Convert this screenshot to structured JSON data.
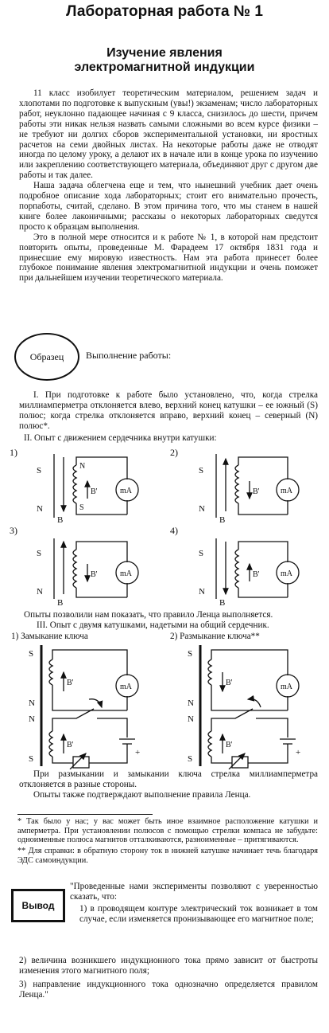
{
  "title": "Лабораторная работа № 1",
  "subtitle": "Изучение явления электромагнитной индукции",
  "intro": [
    "11 класс изобилует теоретическим материалом, решением задач и хлопотами по подготовке к выпускным (увы!) экзаменам; число лабораторных работ, неуклонно падающее начиная с 9 класса, снизилось до шести, причем работы эти никак нельзя назвать самыми сложными во всем курсе физики – не требуют ни долгих сборов экспериментальной установки, ни яростных расчетов на семи двойных листах. На некоторые работы даже не отводят иногда по целому уроку, а делают их в начале или в конце урока по изучению или закреплению соответствующего материала, объединяют друг с другом две работы и так далее.",
    "Наша задача облегчена еще и тем, что нынешний учебник дает очень подробное описание хода лабораторных; стоит его внимательно прочесть, порпаботы, считай, сделано. В этом причина того, что мы станем в нашей книге более лаконичными; рассказы о некоторых лабораторных сведутся просто к образцам выполнения.",
    "Это в полной мере относится и к работе № 1, в которой нам предстоит повторить опыты, проведенные М. Фарадеем 17 октября 1831 года и принесшие ему мировую известность. Нам эта работа принесет более глубокое понимание явления электромагнитной индукции и очень поможет при дальнейшем изучении теоретического материала."
  ],
  "sample_label": "Образец",
  "execution_heading": "Выполнение работы:",
  "step1": "I. При подготовке к работе было установлено, что, когда стрелка миллиамперметра отклоняется влево, верхний конец катушки – ее южный (S) полюс; когда стрелка отклоняется вправо, верхний конец – северный (N) полюс*.",
  "step2_heading": "II. Опыт с движением сердечника внутри катушки:",
  "diagram_nums": [
    "1)",
    "2)",
    "3)",
    "4)"
  ],
  "labels": {
    "S": "S",
    "N": "N",
    "mA": "mA",
    "B": "B",
    "Bp": "B'"
  },
  "conclusion_step2": "Опыты позволили нам показать, что правило Ленца выполняется.",
  "step3_heading": "III. Опыт с двумя катушками, надетыми на общий сердечник.",
  "close_key": "1) Замыкание ключа",
  "open_key": "2) Размыкание ключа**",
  "after_step3": [
    "При размыкании и замыкании ключа стрелка миллиамперметра отклоняется в разные стороны.",
    "Опыты также подтверждают выполнение правила Ленца."
  ],
  "footnote1": "* Так было у нас; у вас может быть иное взаимное расположение катушки и амперметра. При установлении полюсов с помощью стрелки компаса не забудьте: одноименные полюса магнитов отталкиваются, разноименные – притягиваются.",
  "footnote2": "** Для справки: в обратную сторону ток в нижней катушке начинает течь благодаря ЭДС самоиндукции.",
  "conclusion_label": "Вывод",
  "conclusion_quote": "\"Проведенные нами эксперименты позволяют с уверенностью сказать, что:",
  "conclusion_items": [
    "1) в проводящем контуре электрический ток возникает в том случае, если изменяется пронизывающее его магнитное поле;",
    "2) величина возникшего индукционного тока прямо зависит от быстроты изменения этого магнитного поля;",
    "3) направление индукционного тока однозначно определяется правилом Ленца.\""
  ],
  "plus": "+"
}
